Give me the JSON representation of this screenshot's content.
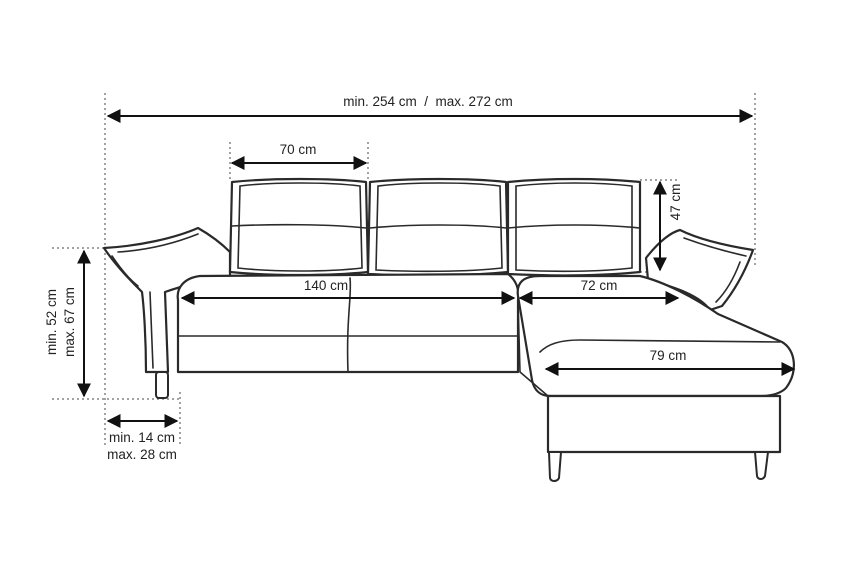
{
  "dimensions": {
    "total_width": "min. 254 cm  /  max. 272 cm",
    "seat_width": "70 cm",
    "back_height": "47 cm",
    "sofa_seat_depth": "140 cm",
    "chaise_seat_width": "72 cm",
    "chaise_length": "79 cm",
    "height_min": "min. 52 cm",
    "height_max": "max. 67 cm",
    "armrest_min": "min. 14 cm",
    "armrest_max": "max. 28 cm"
  },
  "colors": {
    "line": "#2a2a2a",
    "background": "#ffffff"
  }
}
